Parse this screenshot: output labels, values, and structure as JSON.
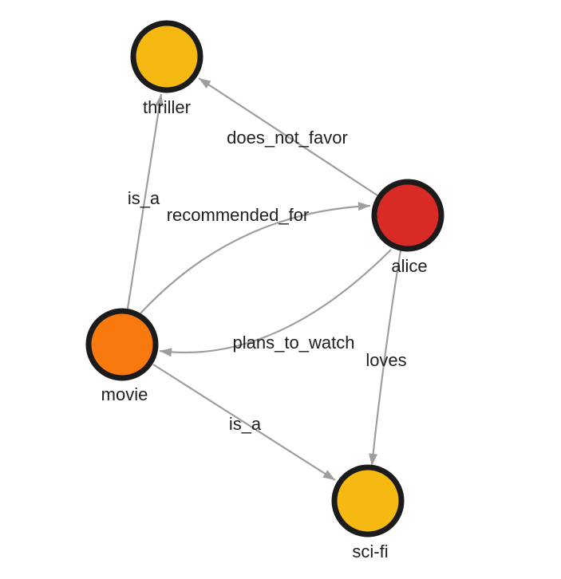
{
  "diagram": {
    "type": "directed-knowledge-graph",
    "background_color": "#ffffff",
    "edge_color": "#9e9e9e",
    "node_border_color": "#1b1b1b",
    "label_color": "#202020",
    "nodes": [
      {
        "id": "thriller",
        "label": "thriller",
        "color": "#f6b911"
      },
      {
        "id": "alice",
        "label": "alice",
        "color": "#d92b26"
      },
      {
        "id": "movie",
        "label": "movie",
        "color": "#f8790e"
      },
      {
        "id": "sci-fi",
        "label": "sci-fi",
        "color": "#f6b911"
      }
    ],
    "edges": [
      {
        "from": "movie",
        "to": "thriller",
        "label": "is_a"
      },
      {
        "from": "alice",
        "to": "thriller",
        "label": "does_not_favor"
      },
      {
        "from": "movie",
        "to": "alice",
        "label": "recommended_for"
      },
      {
        "from": "alice",
        "to": "movie",
        "label": "plans_to_watch"
      },
      {
        "from": "alice",
        "to": "sci-fi",
        "label": "loves"
      },
      {
        "from": "movie",
        "to": "sci-fi",
        "label": "is_a"
      }
    ]
  }
}
